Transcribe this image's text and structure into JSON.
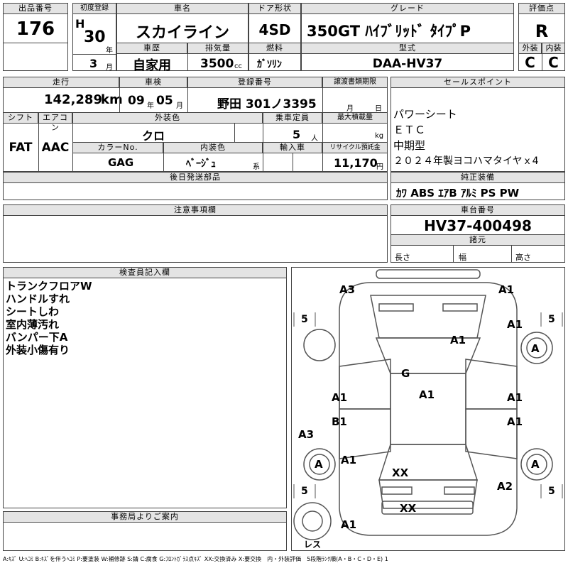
{
  "row1": {
    "lot_label": "出品番号",
    "lot": "176",
    "first_reg_label": "初度登録",
    "era": "H",
    "year_num": "30",
    "year_unit": "年",
    "name_label": "車名",
    "name": "スカイライン",
    "door_label": "ドア形状",
    "door": "4SD",
    "grade_label": "グレード",
    "grade": "350GT ﾊｲﾌﾞﾘｯﾄﾞ ﾀｲﾌﾟP",
    "score_label": "評価点",
    "score": "R"
  },
  "row2": {
    "month": "3",
    "month_unit": "月",
    "history_label": "車歴",
    "history": "自家用",
    "disp_label": "排気量",
    "disp": "3500",
    "disp_unit": "cc",
    "fuel_label": "燃料",
    "fuel": "ｶﾞｿﾘﾝ",
    "model_label": "型式",
    "model": "DAA-HV37",
    "ext_label": "外装",
    "ext": "C",
    "int_label": "内装",
    "int": "C"
  },
  "row3": {
    "mileage_label": "走行",
    "mileage": "142,289",
    "mileage_unit": "km",
    "inspection_label": "車検",
    "insp_year": "09",
    "insp_year_unit": "年",
    "insp_month": "05",
    "insp_month_unit": "月",
    "plate_label": "登録番号",
    "plate": "野田 301ノ3395",
    "transfer_label": "譲渡書類期限",
    "transfer_month": "月",
    "transfer_day": "日",
    "sales_label": "セールスポイント",
    "sales_points": [
      "パワーシート",
      "ＥＴＣ",
      "中期型",
      "２０２４年製ヨコハマタイヤｘ4"
    ]
  },
  "row4": {
    "shift_label": "シフト",
    "shift": "FAT",
    "ac_label": "エアコン",
    "ac": "AAC",
    "color_label": "外装色",
    "color": "クロ",
    "capacity_label": "乗車定員",
    "capacity": "5",
    "capacity_unit": "人",
    "load_label": "最大積載量",
    "load_unit": "kg",
    "colorno_label": "カラーNo.",
    "colorno": "GAG",
    "interior_label": "内装色",
    "interior": "ﾍﾞｰｼﾞｭ",
    "interior_unit": "系",
    "import_label": "輸入車",
    "recycle_label": "リサイクル預託金",
    "recycle": "11,170",
    "recycle_unit": "円"
  },
  "later_parts_label": "後日発送部品",
  "genuine_label": "純正装備",
  "genuine": "ｶﾜ ABS ｴｱB ｱﾙﾐ PS PW",
  "notes_label": "注意事項欄",
  "chassis_label": "車台番号",
  "chassis": "HV37-400498",
  "specs_label": "諸元",
  "dims": {
    "length": "長さ",
    "width": "幅",
    "height": "高さ"
  },
  "inspector_label": "検査員記入欄",
  "inspector_notes": [
    "トランクフロアW",
    "ハンドルすれ",
    "シートしわ",
    "室内薄汚れ",
    "バンパー下A",
    "外装小傷有り"
  ],
  "office_label": "事務局よりご案内",
  "diagram": {
    "A3_top": "A3",
    "A1_tr": "A1",
    "A1_r": "A1",
    "A1_hood": "A1",
    "A_tire_r": "A",
    "G": "G",
    "A1_roof": "A1",
    "A1_ldoor": "A1",
    "A1_rdoor": "A1",
    "B1_l": "B1",
    "A3_l": "A3",
    "A_tire_l": "A",
    "A1_lrq": "A1",
    "A_tire_rr": "A",
    "XX_trunk": "XX",
    "A2_r": "A2",
    "XX_rear": "XX",
    "A1_bl": "A1",
    "tire_lf": "5",
    "tire_rf": "5",
    "tire_lr": "5",
    "tire_rr": "5",
    "spare": "レス"
  },
  "legend": "A:ｷｽﾞ U:ﾍｺﾐ B:ｷｽﾞを伴うﾍｺﾐ P:要塗装 W:補修跡 S:錆 C:腐食 G:ﾌﾛﾝﾄｶﾞﾗｽ点ｷｽﾞ XX:交換済み X:要交換　内・外装評価　5段階ﾗﾝｸ順(A・B・C・D・E) 1"
}
